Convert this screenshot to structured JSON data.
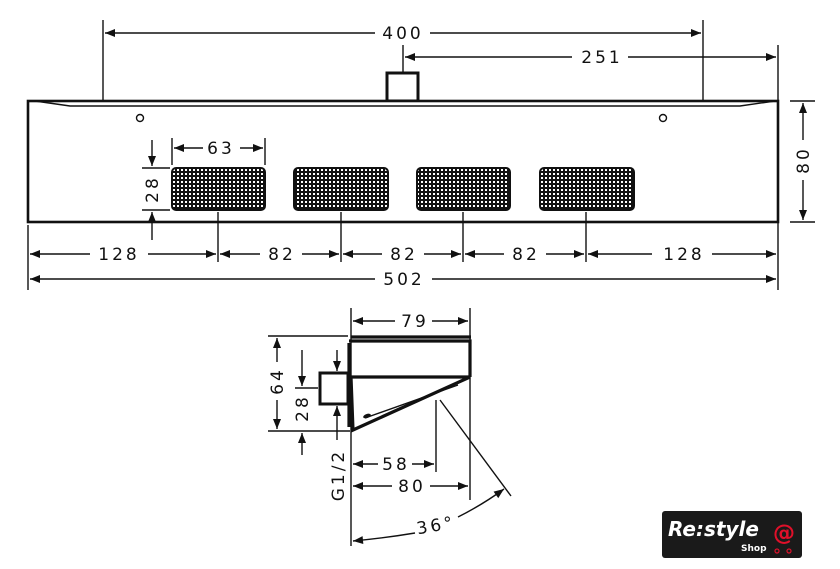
{
  "top_view": {
    "dims": {
      "width_400": "400",
      "offset_251": "251",
      "height_80": "80",
      "grille_width_63": "63",
      "grille_height_28": "28",
      "left_128": "128",
      "spacing_82_a": "82",
      "spacing_82_b": "82",
      "spacing_82_c": "82",
      "right_128": "128",
      "total_502": "502"
    }
  },
  "side_view": {
    "dims": {
      "depth_79": "79",
      "height_64": "64",
      "connector_28": "28",
      "thread": "G1/2",
      "depth_58": "58",
      "depth_80": "80",
      "angle": "36°"
    }
  },
  "logo": {
    "brand": "Re:style",
    "sub": "Shop",
    "at": "@",
    "accent": "#e0102a"
  }
}
